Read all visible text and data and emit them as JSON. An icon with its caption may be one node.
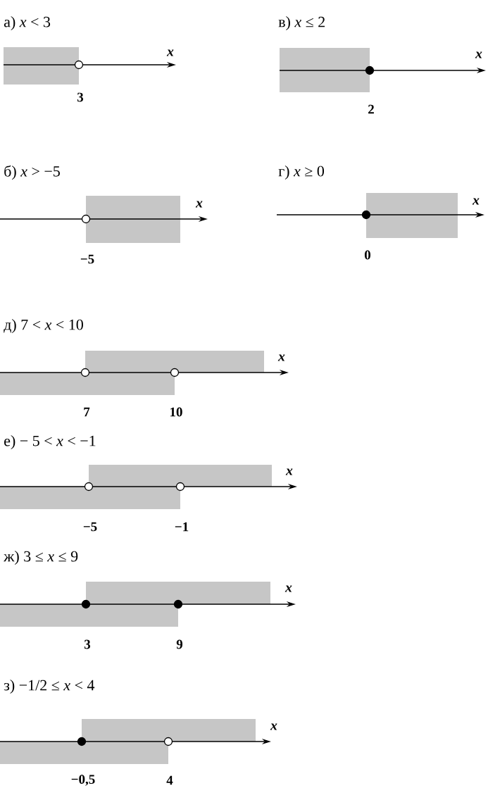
{
  "diagram": {
    "nodes": [
      {
        "text": [],
        "shape": "circle",
        "beside": [
          "3"
        ]
      },
      {
        "text": [],
        "shape": "dot",
        "beside": [
          "2"
        ]
      },
      {
        "text": [],
        "shape": "circle",
        "beside": [
          "−5"
        ]
      },
      {
        "text": [],
        "shape": "dot",
        "beside": [
          "0"
        ]
      },
      {
        "text": [],
        "shape": "circle",
        "beside": [
          "7"
        ]
      },
      {
        "text": [],
        "shape": "circle",
        "beside": [
          "10"
        ]
      },
      {
        "text": [],
        "shape": "circle",
        "beside": [
          "−5"
        ]
      },
      {
        "text": [],
        "shape": "circle",
        "beside": [
          "−1"
        ]
      },
      {
        "text": [],
        "shape": "dot",
        "beside": [
          "3"
        ]
      },
      {
        "text": [],
        "shape": "dot",
        "beside": [
          "9"
        ]
      },
      {
        "text": [],
        "shape": "dot",
        "beside": [
          "−0,5"
        ]
      },
      {
        "text": [],
        "shape": "circle",
        "beside": [
          "4"
        ]
      }
    ],
    "labels": [
      "а) *x* < 3",
      "*x*",
      "в) *x* ≤ 2",
      "*x*",
      "б) *x* > −5",
      "*x*",
      "г) *x* ≥ 0",
      "*x*",
      "д) 7 < *x* < 10",
      "*x*",
      "е) − 5 < *x* < −1",
      "*x*",
      "ж) 3 ≤ *x* ≤ 9",
      "*x*",
      "з) −1/2 ≤ *x* < 4",
      "*x*"
    ]
  }
}
